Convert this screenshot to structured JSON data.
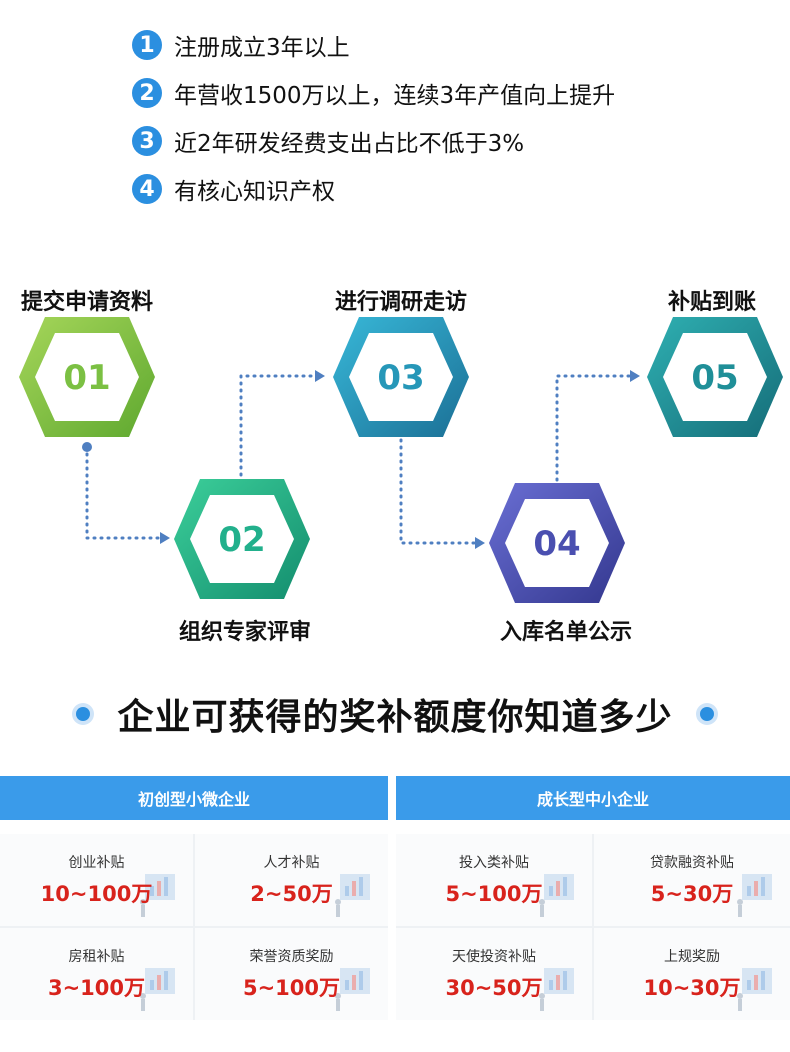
{
  "requirements": [
    {
      "num": "1",
      "text": "注册成立3年以上"
    },
    {
      "num": "2",
      "text": "年营收1500万以上，连续3年产值向上提升"
    },
    {
      "num": "3",
      "text": "近2年研发经费支出占比不低于3%"
    },
    {
      "num": "4",
      "text": "有核心知识产权"
    }
  ],
  "steps": [
    {
      "num": "01",
      "label": "提交申请资料"
    },
    {
      "num": "02",
      "label": "组织专家评审"
    },
    {
      "num": "03",
      "label": "进行调研走访"
    },
    {
      "num": "04",
      "label": "入库名单公示"
    },
    {
      "num": "05",
      "label": "补贴到账"
    }
  ],
  "heading": "企业可获得的奖补额度你知道多少",
  "panels": [
    {
      "title": "初创型小微企业",
      "cards": [
        {
          "label": "创业补贴",
          "value": "10~100万"
        },
        {
          "label": "人才补贴",
          "value": "2~50万"
        },
        {
          "label": "房租补贴",
          "value": "3~100万"
        },
        {
          "label": "荣誉资质奖励",
          "value": "5~100万"
        }
      ]
    },
    {
      "title": "成长型中小企业",
      "cards": [
        {
          "label": "投入类补贴",
          "value": "5~100万"
        },
        {
          "label": "贷款融资补贴",
          "value": "5~30万"
        },
        {
          "label": "天使投资补贴",
          "value": "30~50万"
        },
        {
          "label": "上规奖励",
          "value": "10~30万"
        }
      ]
    }
  ],
  "colors": {
    "accent": "#2b8fe0",
    "panel": "#3a9bea",
    "value_red": "#d8231c",
    "hex01": "#7bc043",
    "hex02": "#22b08c",
    "hex03": "#2697b8",
    "hex04": "#4a4fb0",
    "hex05": "#1f8f98"
  }
}
